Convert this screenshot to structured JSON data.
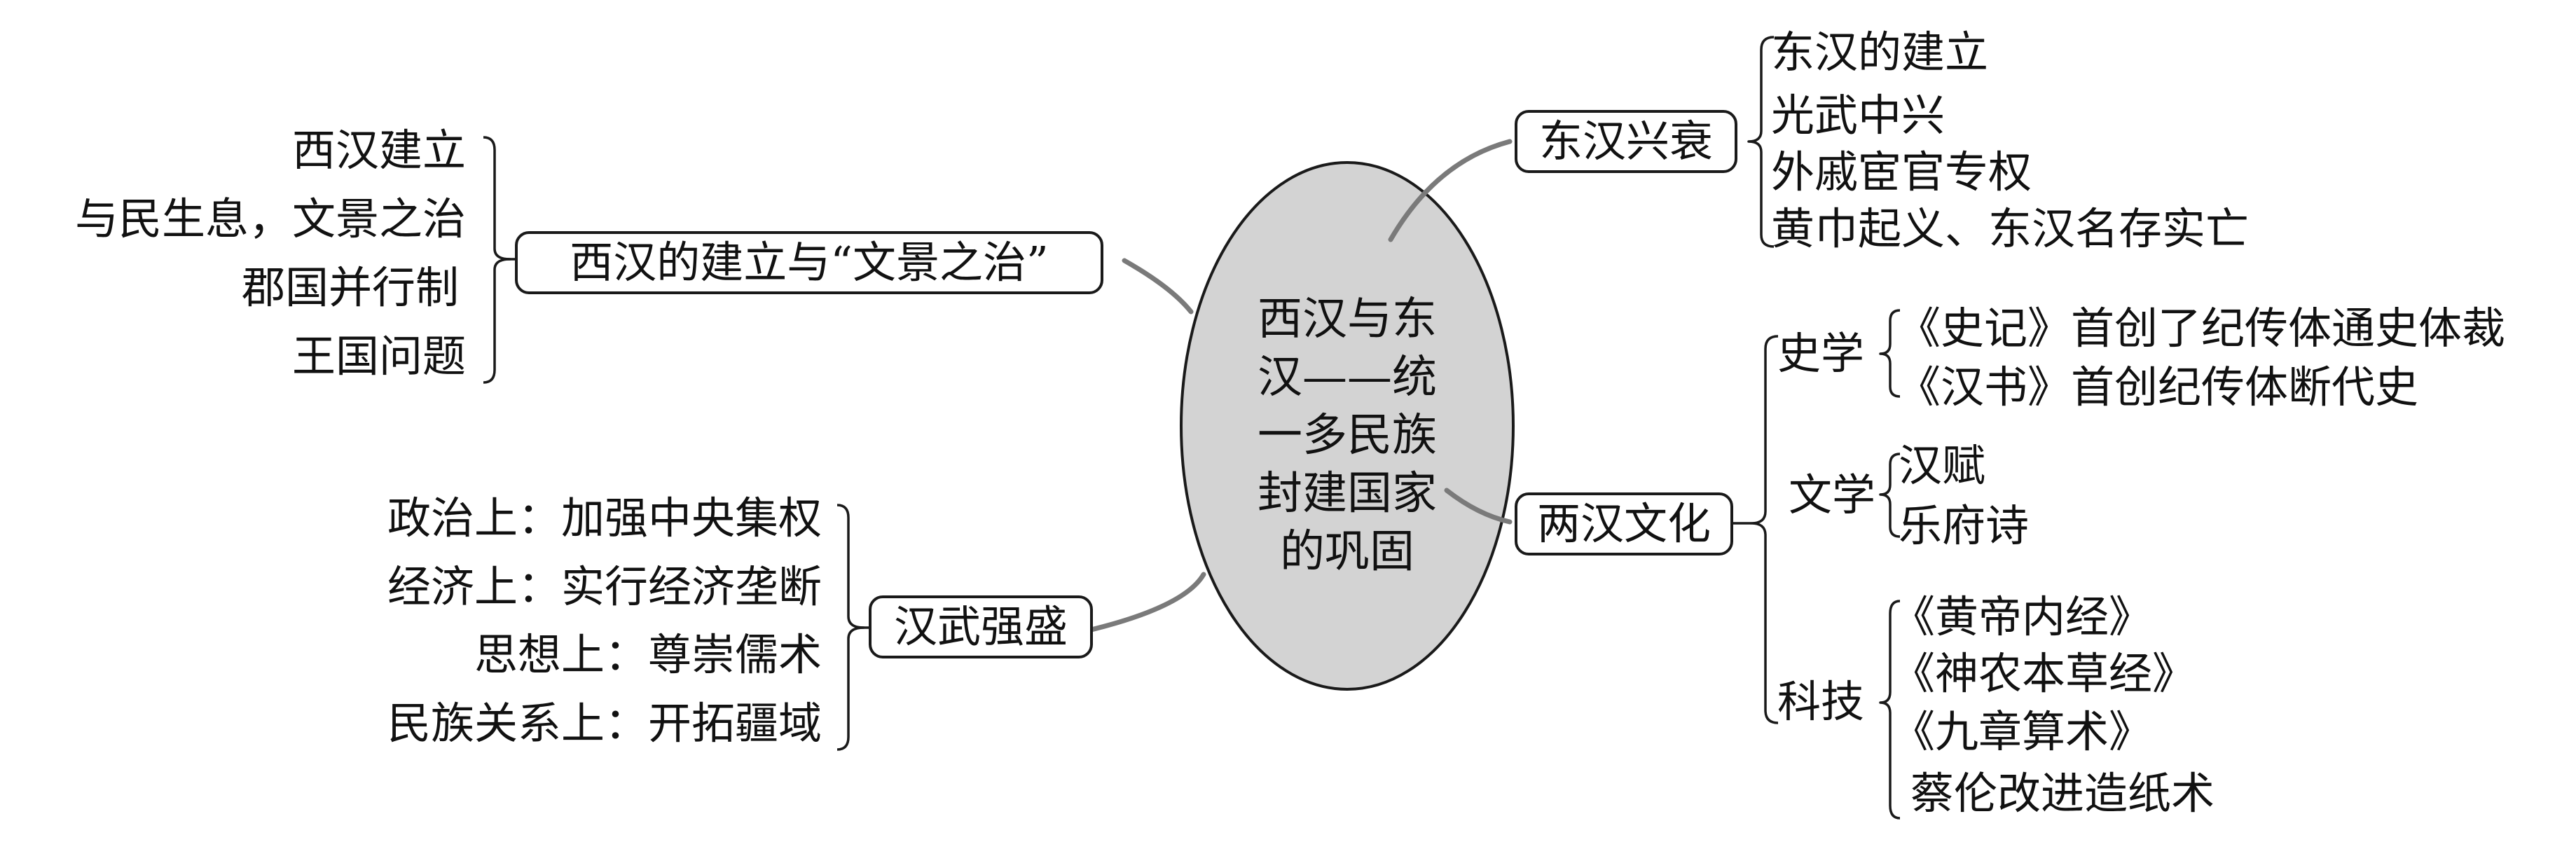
{
  "center": {
    "lines": [
      "西汉与东",
      "汉——统",
      "一多民族",
      "封建国家",
      "的巩固"
    ],
    "fill": "#d3d3d3"
  },
  "west_han": {
    "label": "西汉的建立与“文景之治”",
    "items": [
      "西汉建立",
      "与民生息，文景之治",
      "郡国并行制",
      "王国问题"
    ]
  },
  "han_wu": {
    "label": "汉武强盛",
    "items": [
      "政治上：加强中央集权",
      "经济上：实行经济垄断",
      "思想上：尊崇儒术",
      "民族关系上：开拓疆域"
    ]
  },
  "east_han": {
    "label": "东汉兴衰",
    "items": [
      "东汉的建立",
      "光武中兴",
      "外戚宦官专权",
      "黄巾起义、东汉名存实亡"
    ]
  },
  "culture": {
    "label": "两汉文化",
    "history": {
      "label": "史学",
      "items": [
        "《史记》首创了纪传体通史体裁",
        "《汉书》首创纪传体断代史"
      ]
    },
    "literature": {
      "label": "文学",
      "items": [
        "汉赋",
        "乐府诗"
      ]
    },
    "science": {
      "label": "科技",
      "items": [
        "《黄帝内经》",
        "《神农本草经》",
        "《九章算术》",
        "蔡伦改进造纸术"
      ]
    }
  }
}
